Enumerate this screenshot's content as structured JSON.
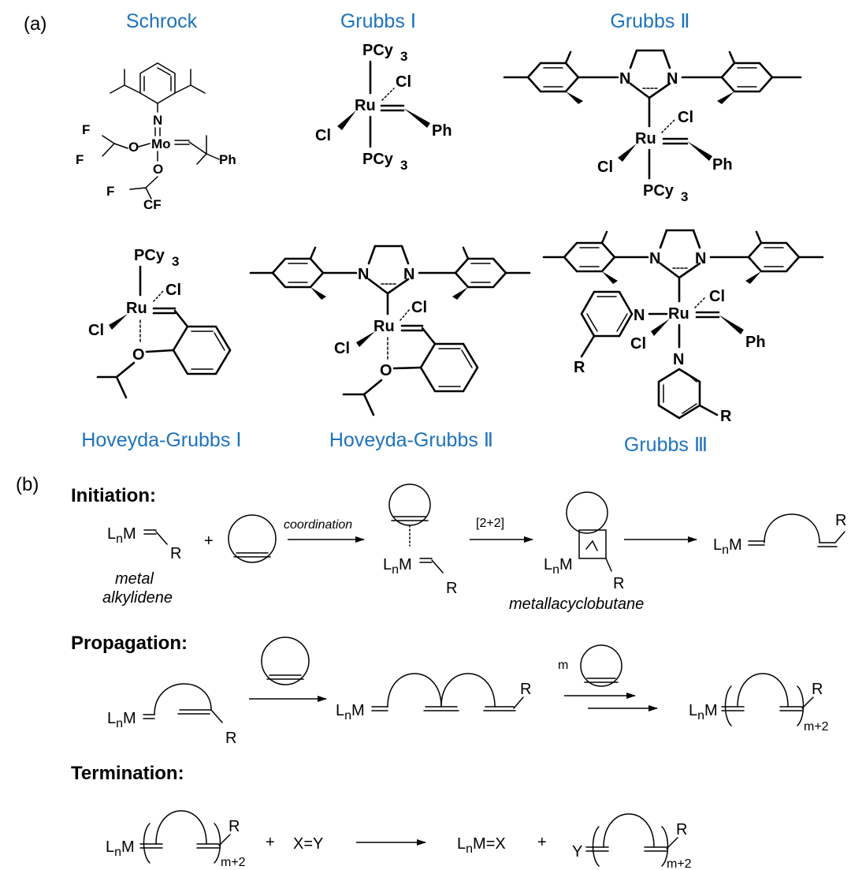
{
  "panel_labels": {
    "a": "(a)",
    "b": "(b)"
  },
  "catalysts": [
    {
      "name": "Schrock"
    },
    {
      "name": "Grubbs Ⅰ"
    },
    {
      "name": "Grubbs Ⅱ"
    },
    {
      "name": "Hoveyda-Grubbs Ⅰ"
    },
    {
      "name": "Hoveyda-Grubbs Ⅱ"
    },
    {
      "name": "Grubbs Ⅲ"
    }
  ],
  "atoms": {
    "mo": "Mo",
    "ru": "Ru",
    "n": "N",
    "o": "O",
    "cl": "Cl",
    "ph": "Ph",
    "pcy3": "PCy",
    "sub3": "3",
    "f3c": "F",
    "cf3": "CF",
    "r": "R"
  },
  "mechanism": {
    "stages": {
      "initiation": "Initiation:",
      "propagation": "Propagation:",
      "termination": "Termination:"
    },
    "lnm": {
      "L": "L",
      "n": "n",
      "M": "M"
    },
    "R": "R",
    "plus": "+",
    "coordination": "coordination",
    "cyclo": "[2+2]",
    "metal_alkylidene_1": "metal",
    "metal_alkylidene_2": "alkylidene",
    "metallacyclobutane": "metallacyclobutane",
    "m": "m",
    "m_plus_2": "m+2",
    "xy": "X=Y",
    "lnmx": "=X",
    "y": "Y"
  }
}
